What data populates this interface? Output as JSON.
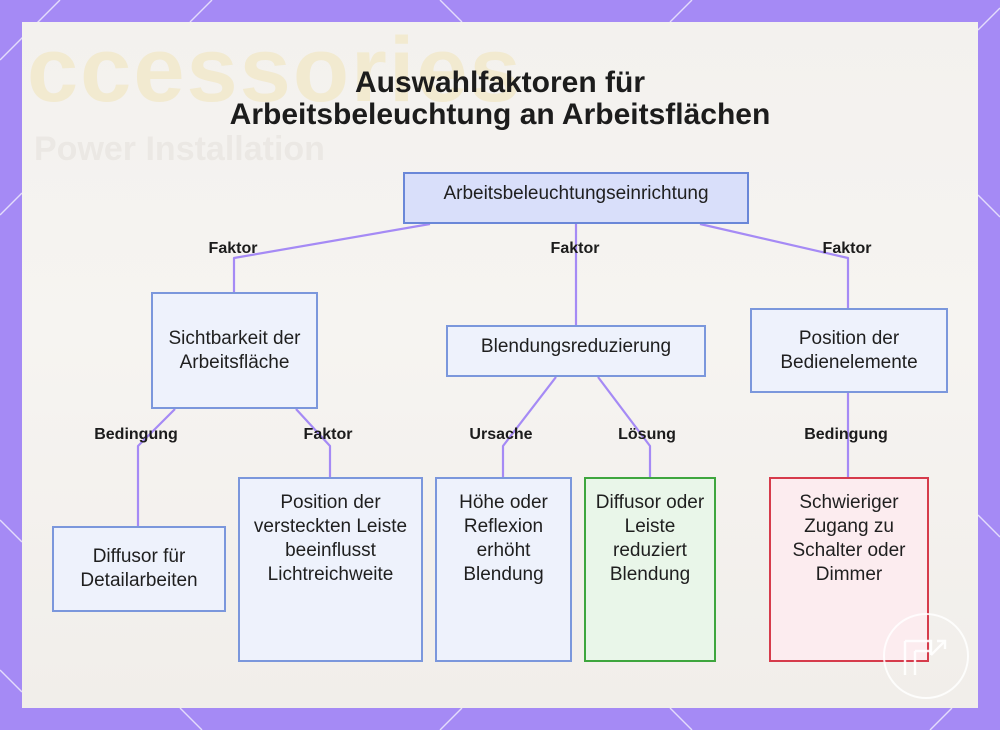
{
  "background_text": {
    "large": "ccessories",
    "small": "Power  Installation"
  },
  "title": {
    "line1": "Auswahlfaktoren für",
    "line2": "Arbeitsbeleuchtung an Arbeitsflächen"
  },
  "nodes": {
    "root": "Arbeitsbeleuchtungseinrichtung",
    "visibility": "Sichtbarkeit der Arbeitsfläche",
    "glare": "Blendungsreduzierung",
    "controls": "Position der Bedienelemente",
    "diffuser_detail": "Diffusor für Detailarbeiten",
    "hidden_strip": "Position der versteckten Leiste beeinflusst Lichtreichweite",
    "height_reflection": "Höhe oder Reflexion erhöht Blendung",
    "diffuser_strip": "Diffusor oder Leiste reduziert Blendung",
    "hard_access": "Schwieriger Zugang zu Schalter oder Dimmer"
  },
  "edge_labels": {
    "root_visibility": "Faktor",
    "root_glare": "Faktor",
    "root_controls": "Faktor",
    "visibility_diffuser": "Bedingung",
    "visibility_strip": "Faktor",
    "glare_height": "Ursache",
    "glare_diffuser": "Lösung",
    "controls_access": "Bedingung"
  },
  "colors": {
    "frame": "#a58af5",
    "edge": "#a58af5",
    "node_border": "#7b97dc",
    "solution_border": "#3ea63e",
    "problem_border": "#d63b4b"
  }
}
